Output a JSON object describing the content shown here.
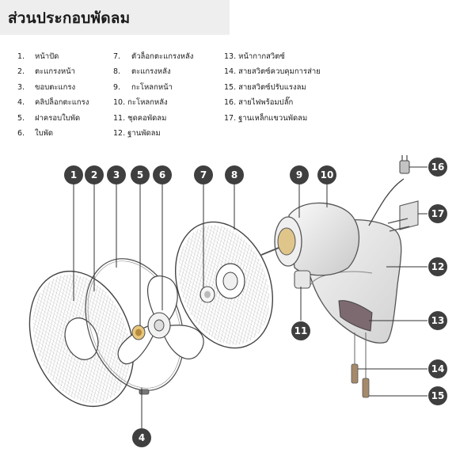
{
  "title": "ส่วนประกอบพัดลม",
  "parts": [
    {
      "n": "1.",
      "label": "หน้าปัด"
    },
    {
      "n": "2.",
      "label": "ตะแกรงหน้า"
    },
    {
      "n": "3.",
      "label": "ขอบตะแกรง"
    },
    {
      "n": "4.",
      "label": "คลิปล็อกตะแกรง"
    },
    {
      "n": "5.",
      "label": "ฝาครอบใบพัด"
    },
    {
      "n": "6.",
      "label": "ใบพัด"
    },
    {
      "n": "7.",
      "label": "ตัวล็อกตะแกรงหลัง"
    },
    {
      "n": "8.",
      "label": "ตะแกรงหลัง"
    },
    {
      "n": "9.",
      "label": "กะโหลกหน้า"
    },
    {
      "n": "10.",
      "label": "กะโหลกหลัง"
    },
    {
      "n": "11.",
      "label": "ชุดคอพัดลม"
    },
    {
      "n": "12.",
      "label": "ฐานพัดลม"
    },
    {
      "n": "13.",
      "label": "หน้ากากสวิตซ์"
    },
    {
      "n": "14.",
      "label": "สายสวิตซ์ควบคุมการส่าย"
    },
    {
      "n": "15.",
      "label": "สายสวิตซ์ปรับแรงลม"
    },
    {
      "n": "16.",
      "label": "สายไฟพร้อมปลั๊ก"
    },
    {
      "n": "17.",
      "label": "ฐานเหล็กแขวนพัดลม"
    }
  ],
  "callouts": [
    "1",
    "2",
    "3",
    "4",
    "5",
    "6",
    "7",
    "8",
    "9",
    "10",
    "11",
    "12",
    "13",
    "14",
    "15",
    "16",
    "17"
  ]
}
